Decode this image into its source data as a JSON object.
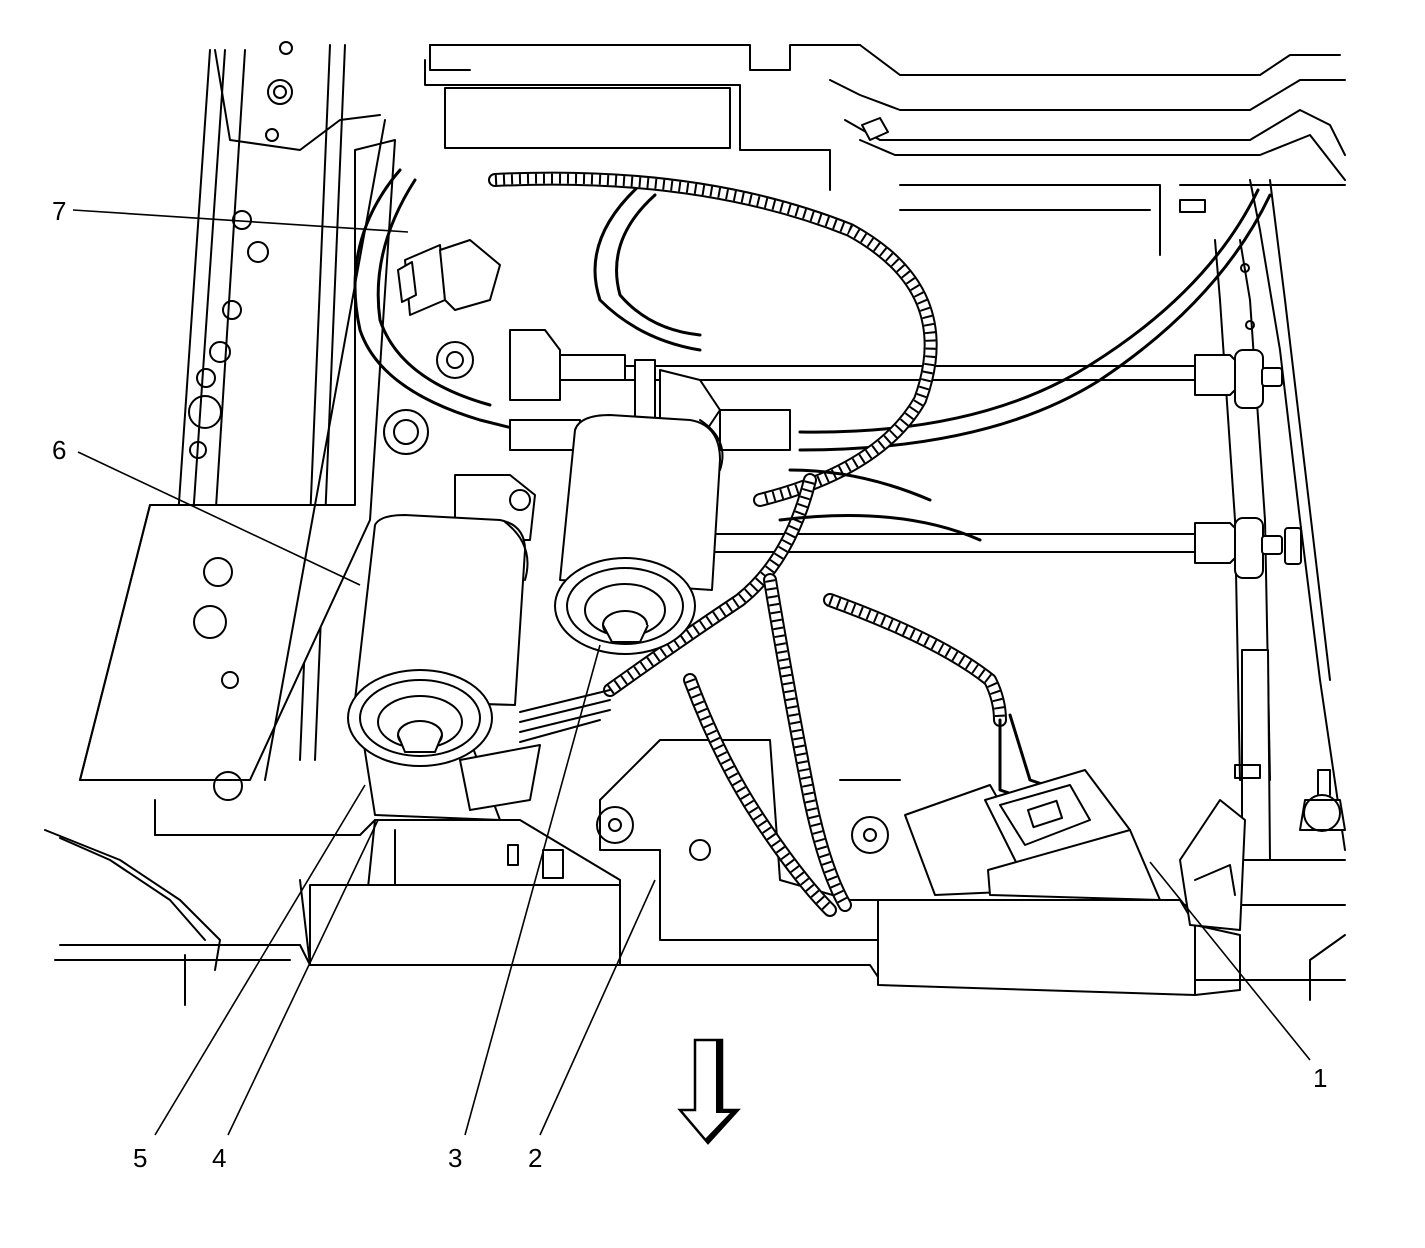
{
  "diagram": {
    "callouts": [
      "1",
      "2",
      "3",
      "4",
      "5",
      "6",
      "7"
    ],
    "direction_arrow": "front-arrow-down",
    "colors": {
      "line": "#000000",
      "background": "#ffffff"
    }
  }
}
